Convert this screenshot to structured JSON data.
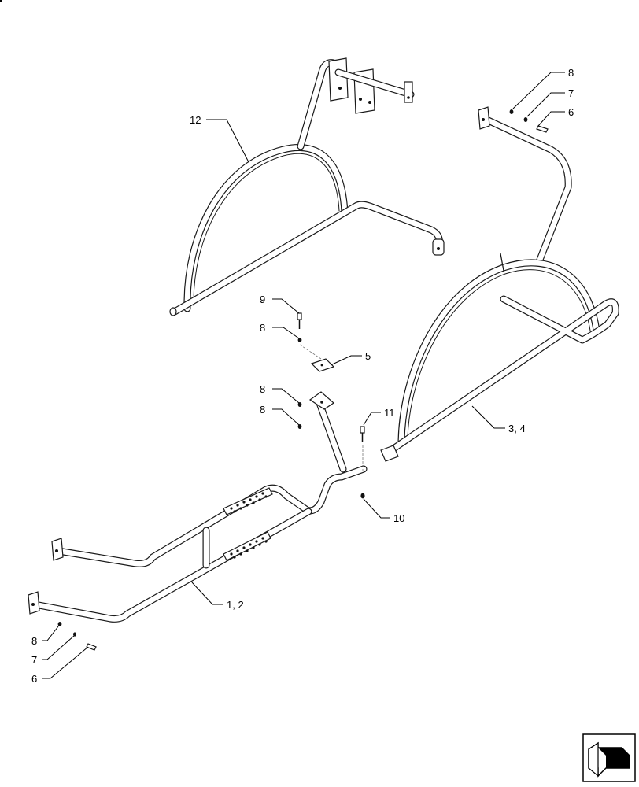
{
  "diagram": {
    "callouts": [
      {
        "id": "c12",
        "text": "12"
      },
      {
        "id": "c8a",
        "text": "8"
      },
      {
        "id": "c7a",
        "text": "7"
      },
      {
        "id": "c6a",
        "text": "6"
      },
      {
        "id": "c9",
        "text": "9"
      },
      {
        "id": "c8b",
        "text": "8"
      },
      {
        "id": "c5",
        "text": "5"
      },
      {
        "id": "c8c",
        "text": "8"
      },
      {
        "id": "c8d",
        "text": "8"
      },
      {
        "id": "c11",
        "text": "11"
      },
      {
        "id": "c34",
        "text": "3, 4"
      },
      {
        "id": "c10",
        "text": "10"
      },
      {
        "id": "c12b",
        "text": "1, 2"
      },
      {
        "id": "c8e",
        "text": "8"
      },
      {
        "id": "c7b",
        "text": "7"
      },
      {
        "id": "c6b",
        "text": "6"
      }
    ],
    "nav_icon": "next-page-arrow-icon"
  }
}
